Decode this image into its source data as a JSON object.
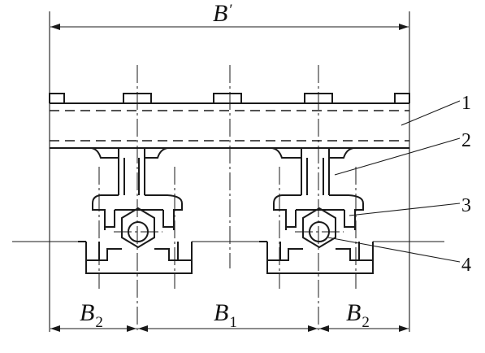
{
  "dimensions": {
    "overall": {
      "symbol": "B",
      "suffix": "′"
    },
    "middle": {
      "symbol": "B",
      "sub": "1"
    },
    "left": {
      "symbol": "B",
      "sub": "2"
    },
    "right": {
      "symbol": "B",
      "sub": "2"
    }
  },
  "callouts": [
    {
      "number": "1"
    },
    {
      "number": "2"
    },
    {
      "number": "3"
    },
    {
      "number": "4"
    }
  ]
}
